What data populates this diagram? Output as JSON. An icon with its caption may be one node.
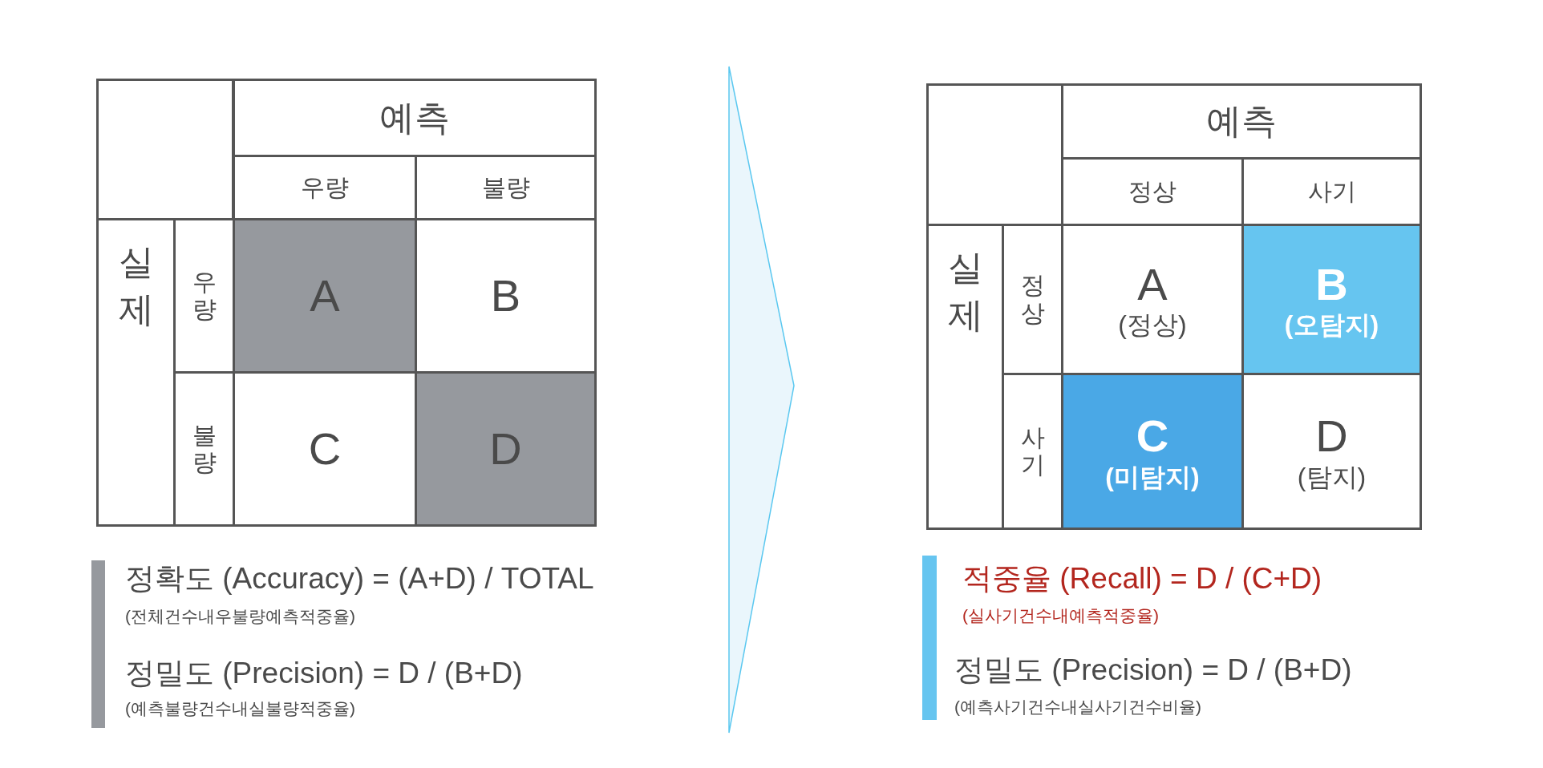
{
  "diagram": {
    "labels": [
      "예측",
      "우량",
      "불량",
      "실제",
      "우량",
      "A",
      "B",
      "불량",
      "C",
      "D",
      "정확도 (Accuracy) = (A+D) / TOTAL",
      "(전체건수내우불량예측적중율)",
      "정밀도 (Precision) = D / (B+D)",
      "(예측불량건수내실불량적중율)",
      "예측",
      "정상",
      "사기",
      "실제",
      "정상",
      "A",
      "(정상)",
      "B",
      "(오탐지)",
      "사기",
      "C",
      "(미탐지)",
      "D",
      "(탐지)",
      "적중율 (Recall) = D / (C+D)",
      "(실사기건수내예측적중율)",
      "정밀도 (Precision) = D / (B+D)",
      "(예측사기건수내실사기건수비율)"
    ]
  }
}
